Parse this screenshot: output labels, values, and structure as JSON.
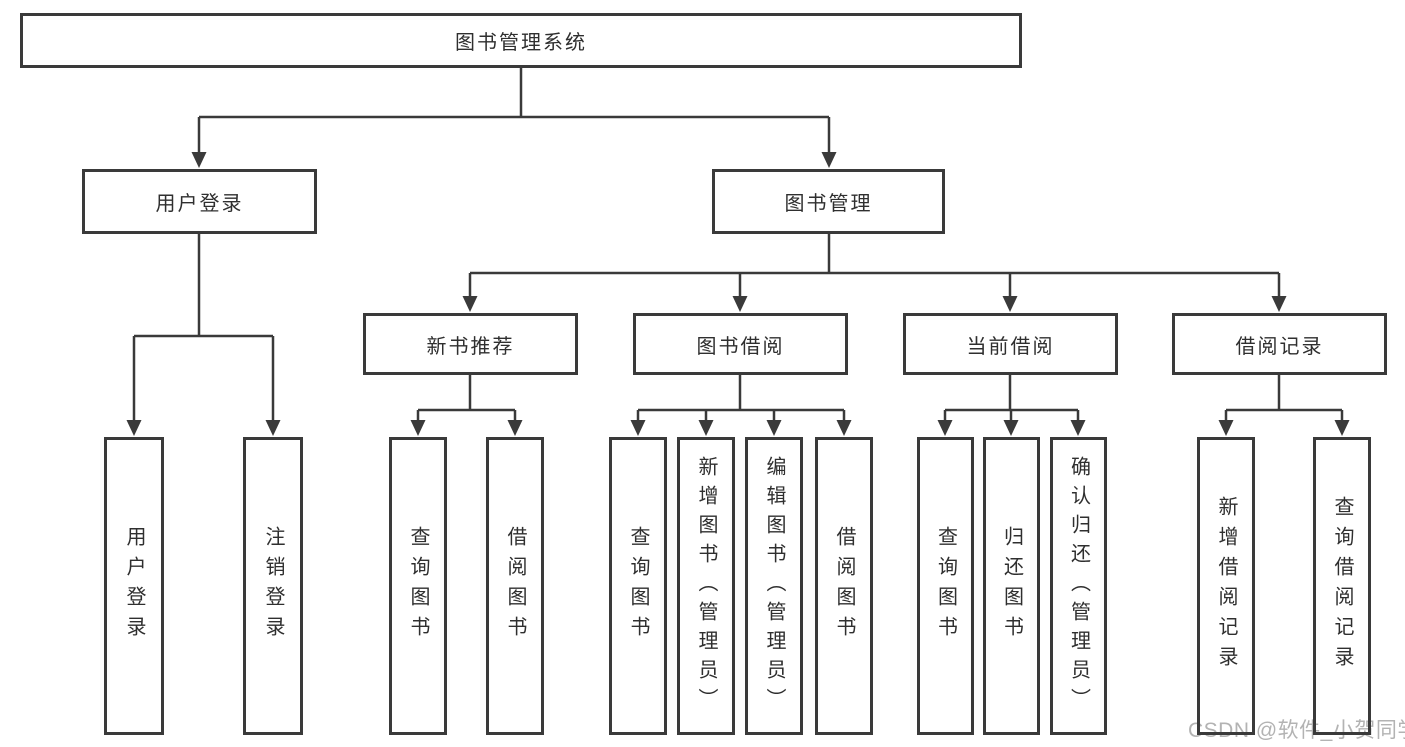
{
  "diagram_type": "hierarchy-tree",
  "tree": {
    "root": {
      "label": "图书管理系统",
      "children": [
        {
          "label": "用户登录",
          "children": [
            {
              "label": "用户登录"
            },
            {
              "label": "注销登录"
            }
          ]
        },
        {
          "label": "图书管理",
          "children": [
            {
              "label": "新书推荐",
              "children": [
                {
                  "label": "查询图书"
                },
                {
                  "label": "借阅图书"
                }
              ]
            },
            {
              "label": "图书借阅",
              "children": [
                {
                  "label": "查询图书"
                },
                {
                  "label": "新增图书（管理员）"
                },
                {
                  "label": "编辑图书（管理员）"
                },
                {
                  "label": "借阅图书"
                }
              ]
            },
            {
              "label": "当前借阅",
              "children": [
                {
                  "label": "查询图书"
                },
                {
                  "label": "归还图书"
                },
                {
                  "label": "确认归还（管理员）"
                }
              ]
            },
            {
              "label": "借阅记录",
              "children": [
                {
                  "label": "新增借阅记录"
                },
                {
                  "label": "查询借阅记录"
                }
              ]
            }
          ]
        }
      ]
    }
  },
  "watermark": {
    "text": "CSDN @软件_小贺同学",
    "color": "#b3b3b3"
  },
  "colors": {
    "line": "#3a3a3a",
    "box_border": "#3a3a3a",
    "text": "#2f2f2f",
    "background": "#ffffff"
  }
}
